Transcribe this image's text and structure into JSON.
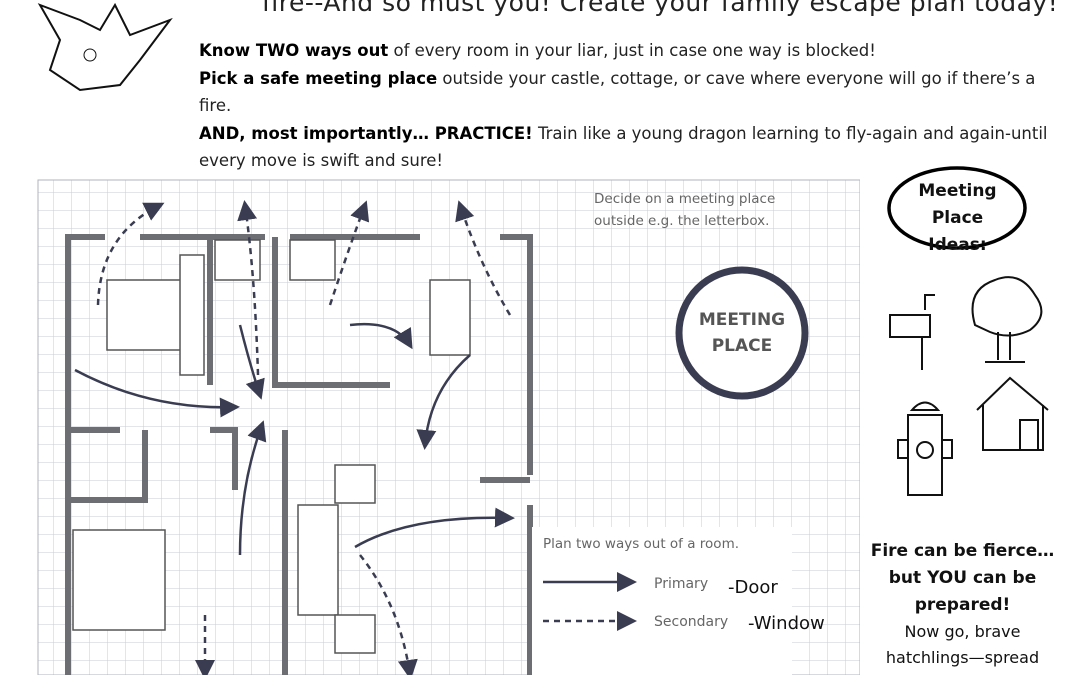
{
  "headline": "fire--And so must you!  Create your family escape plan today!",
  "tips": [
    {
      "bold": "Know TWO ways out",
      "rest": " of every room in your liar, just in case one way is blocked!"
    },
    {
      "bold": "Pick a safe meeting place",
      "rest": " outside your castle, cottage, or cave where everyone will go if there’s a fire."
    },
    {
      "bold": "AND, most importantly… PRACTICE!",
      "rest": " Train like a young dragon learning to fly-again and again-until every move is swift and sure!"
    }
  ],
  "plan": {
    "note_meeting": [
      "Decide on a meeting place",
      "outside e.g. the letterbox."
    ],
    "meeting_place": [
      "MEETING",
      "PLACE"
    ],
    "legend_title": "Plan two ways out of a room.",
    "primary": "Primary",
    "primary_hw": "-Door",
    "secondary": "Secondary",
    "secondary_hw": "-Window"
  },
  "sidebar": {
    "ideas_title": [
      "Meeting",
      "Place",
      "Ideas:"
    ],
    "closing_bold": [
      "Fire can be fierce…",
      "but YOU can be",
      "prepared!"
    ],
    "closing": [
      "Now go, brave",
      "hatchlings—spread"
    ]
  }
}
